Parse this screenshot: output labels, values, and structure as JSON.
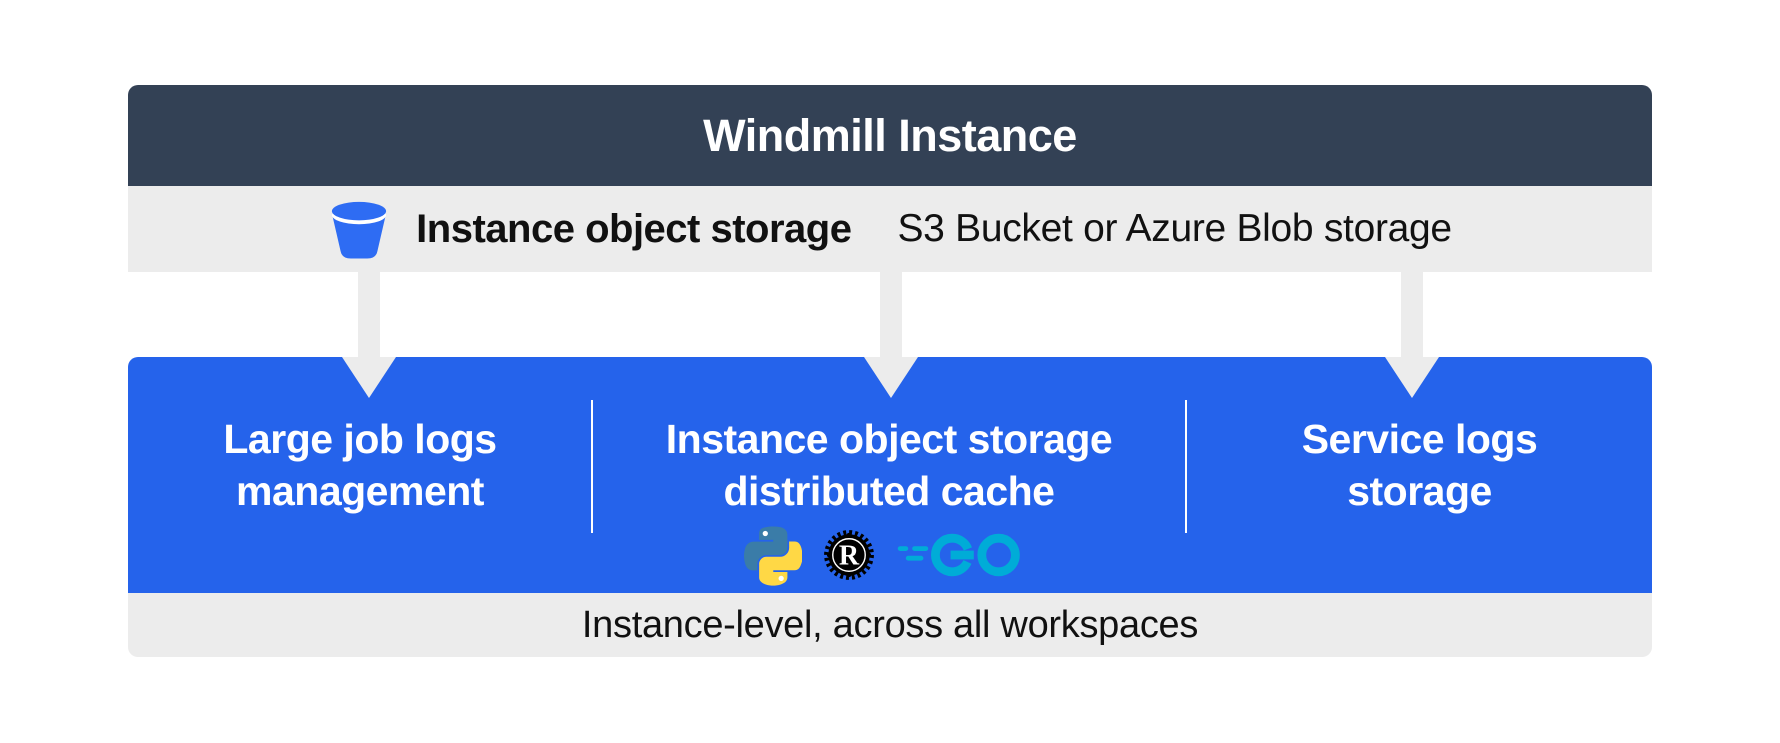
{
  "header": {
    "title": "Windmill Instance"
  },
  "storage_bar": {
    "icon": "bucket-icon",
    "title": "Instance object storage",
    "subtitle": "S3 Bucket or Azure Blob storage"
  },
  "columns": [
    {
      "line1": "Large job logs",
      "line2": "management"
    },
    {
      "line1": "Instance object storage",
      "line2": "distributed cache",
      "languages": [
        "Python",
        "Rust",
        "Go"
      ]
    },
    {
      "line1": "Service logs",
      "line2": "storage"
    }
  ],
  "footer": {
    "label": "Instance-level, across all workspaces"
  },
  "colors": {
    "header_bg": "#334155",
    "band_bg": "#ececec",
    "blue": "#2563eb",
    "bucket_blue": "#2e6cf3",
    "text_dark": "#111111",
    "text_light": "#ffffff",
    "python_blue": "#3a7ca8",
    "python_yellow": "#ffd845",
    "rust_black": "#000000",
    "go_cyan": "#00acd7"
  }
}
